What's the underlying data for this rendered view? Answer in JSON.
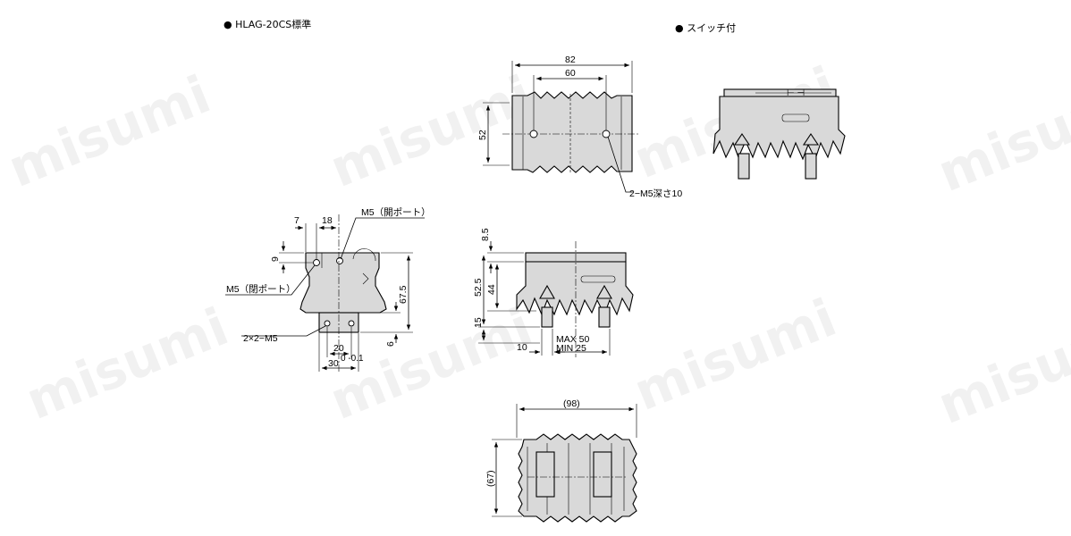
{
  "headers": {
    "standard": "● HLAG-20CS標準",
    "switch": "● スイッチ付"
  },
  "watermark": "misumi",
  "dimensions": {
    "top_82": "82",
    "top_60": "60",
    "top_52": "52",
    "top_holes": "2−M5深さ10",
    "side_7": "7",
    "side_18": "18",
    "side_port_top": "M5（開ポート）",
    "side_port_left": "M5（閉ポート）",
    "side_9": "9",
    "side_675": "67.5",
    "side_holes": "2×2−M5",
    "side_6": "6",
    "side_20": "20",
    "side_30": "30",
    "side_30_tol": "0\n-0.1",
    "front_85": "8.5",
    "front_525": "52.5",
    "front_44": "44",
    "front_15": "15",
    "front_10": "10",
    "front_max": "MAX 50",
    "front_min": "MIN 25",
    "bottom_98": "(98)",
    "bottom_67": "(67)"
  }
}
